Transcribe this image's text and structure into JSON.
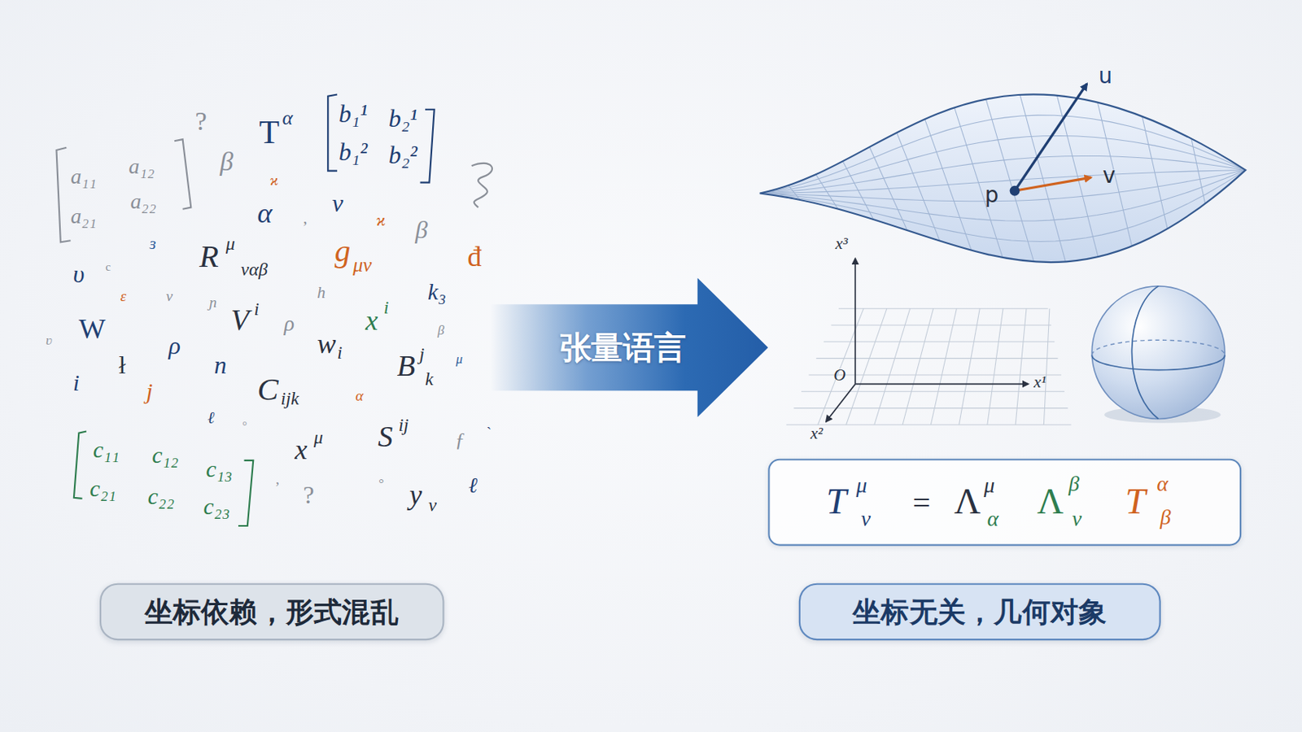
{
  "diagram": {
    "nodes": [
      {
        "text": [
          "坐标依赖，形式混乱"
        ]
      },
      {
        "text": [
          "张量语言"
        ]
      },
      {
        "text": [
          "T",
          "μ",
          "ν",
          "=",
          "Λ",
          "μ",
          "α",
          "Λ",
          "β",
          "ν",
          "T",
          "α",
          "β"
        ]
      },
      {
        "text": [
          "坐标无关，几何对象"
        ]
      }
    ],
    "labels": [
      "a₁₁",
      "a₁₂",
      "a₂₁",
      "a₂₂",
      "?",
      "T",
      "α",
      "b₁¹",
      "b₂¹",
      "b₁²",
      "b₂²",
      "β",
      "ϰ",
      "α",
      ",",
      "ν",
      "ϰ",
      "β",
      "ɜ",
      "R",
      "μ",
      "ναβ",
      "g",
      "μν",
      "đ",
      "υ",
      "c",
      "ε",
      "ν",
      "ɲ",
      "h",
      "k₃",
      "ʋ",
      "W",
      "V",
      "i",
      "ρ",
      "x",
      "i",
      "β",
      "i",
      "ł",
      "ρ",
      "n",
      "w",
      "i",
      "B",
      "j",
      "k",
      "μ",
      "j",
      "C",
      "ijk",
      "α",
      "ℓ",
      "°",
      "S",
      "ij",
      "ƒ",
      "`",
      "c₁₁",
      "c₁₂",
      "c₁₃",
      "c₂₁",
      "c₂₂",
      "c₂₃",
      "x",
      "μ",
      ",",
      "?",
      "°",
      "y",
      "ν",
      "ℓ",
      "u",
      "v",
      "p",
      "x³",
      "x¹",
      "x²",
      "O"
    ]
  }
}
